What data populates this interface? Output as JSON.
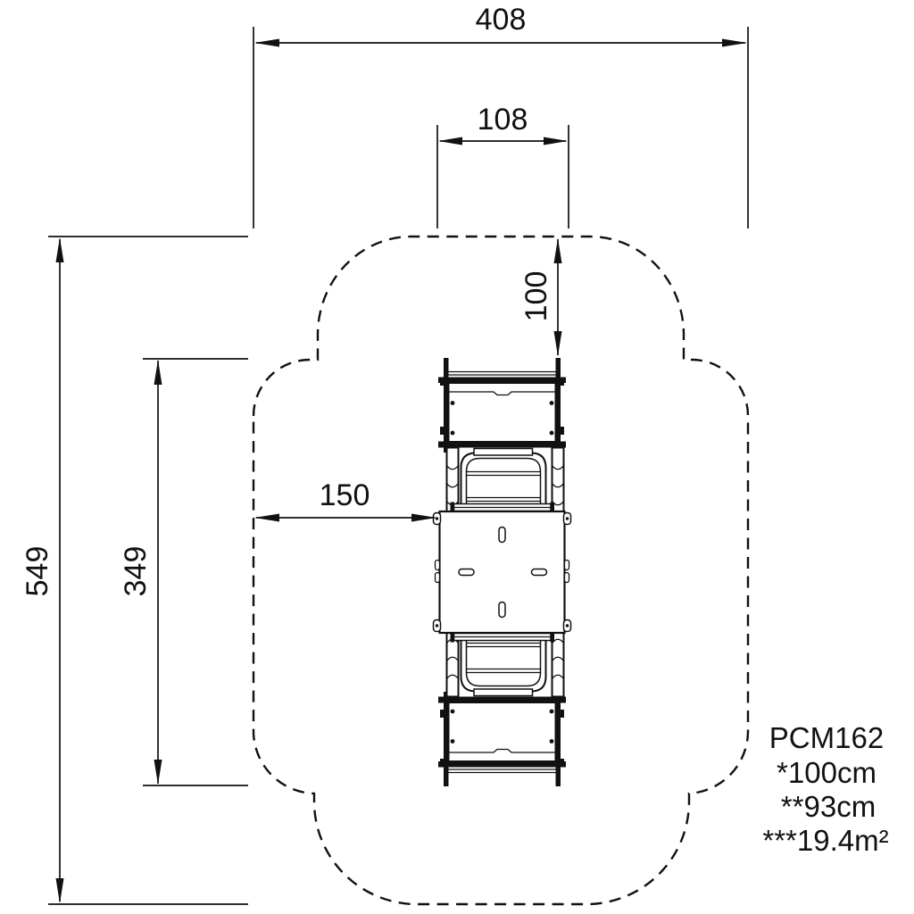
{
  "product": {
    "code": "PCM162",
    "notes": [
      "*100cm",
      "**93cm",
      "***19.4m²"
    ]
  },
  "dimensions": {
    "overall_width": "408",
    "upper_zone_width": "108",
    "top_clearance": "100",
    "side_clearance": "150",
    "overall_length": "549",
    "equipment_length": "349"
  },
  "colors": {
    "line": "#111111",
    "background": "#ffffff"
  }
}
